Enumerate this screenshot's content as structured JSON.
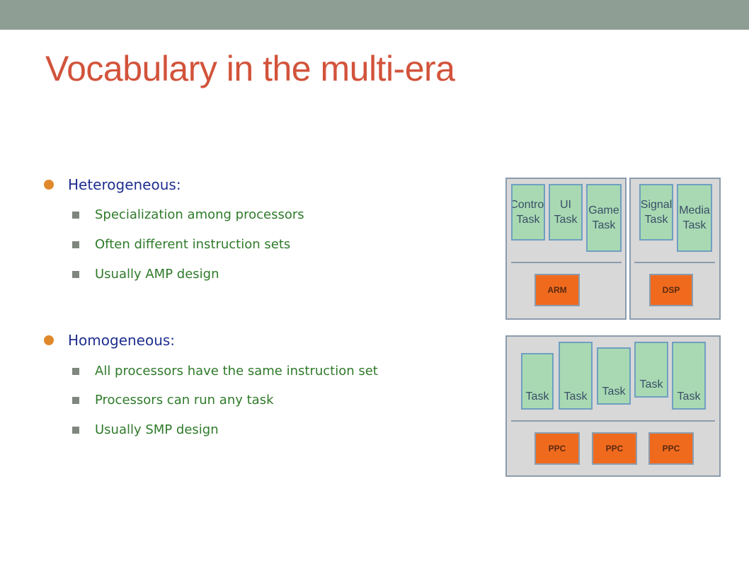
{
  "slide": {
    "title": "Vocabulary in the multi-era",
    "sections": [
      {
        "heading": "Heterogeneous:",
        "items": [
          "Specialization among processors",
          "Often different instruction sets",
          "Usually AMP design"
        ]
      },
      {
        "heading": "Homogeneous:",
        "items": [
          "All processors have the same instruction set",
          "Processors can run any task",
          "Usually SMP design"
        ]
      }
    ]
  },
  "diagram_heterogeneous": {
    "left_tasks": [
      "Control\nTask",
      "UI\nTask",
      "Game\nTask"
    ],
    "left_processor": "ARM",
    "right_tasks": [
      "Signal\nTask",
      "Media\nTask"
    ],
    "right_processor": "DSP"
  },
  "diagram_homogeneous": {
    "tasks": [
      "Task",
      "Task",
      "Task",
      "Task",
      "Task"
    ],
    "processors": [
      "PPC",
      "PPC",
      "PPC"
    ]
  },
  "colors": {
    "topbar": "#8f9e94",
    "title": "#d2533b",
    "heading": "#1f2f8f",
    "item": "#2f7a2a",
    "bullet": "#e0892c",
    "task": "#a8d9b3",
    "processor": "#f06a1e"
  }
}
